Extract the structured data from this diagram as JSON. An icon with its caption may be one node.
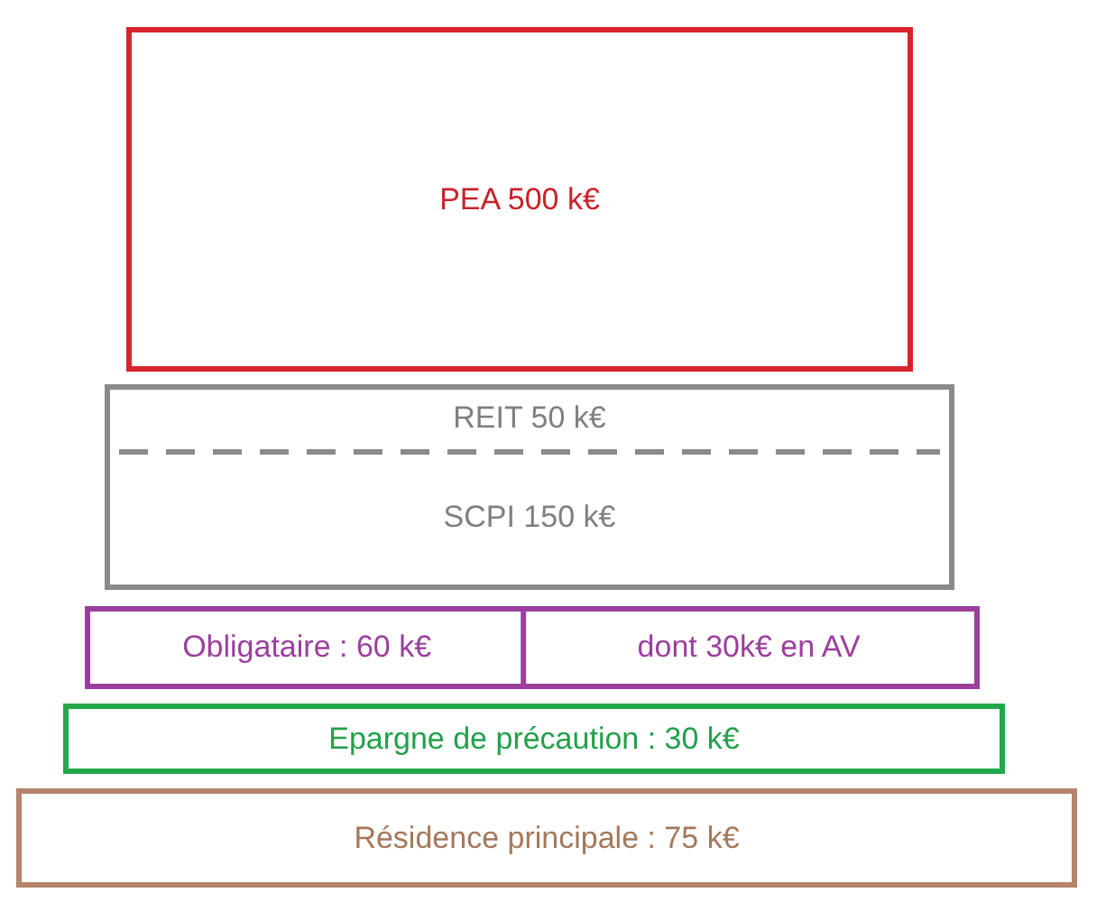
{
  "diagram": {
    "nodes": [
      {
        "text": [
          "PEA 500 k€"
        ]
      },
      {
        "text": [
          "REIT 50 k€",
          "SCPI 150 k€"
        ]
      },
      {
        "text": [
          "Obligataire : 60 k€",
          "dont 30k€ en AV"
        ]
      },
      {
        "text": [
          "Epargne de précaution : 30 k€"
        ]
      },
      {
        "text": [
          "Résidence principale : 75 k€"
        ]
      }
    ]
  }
}
